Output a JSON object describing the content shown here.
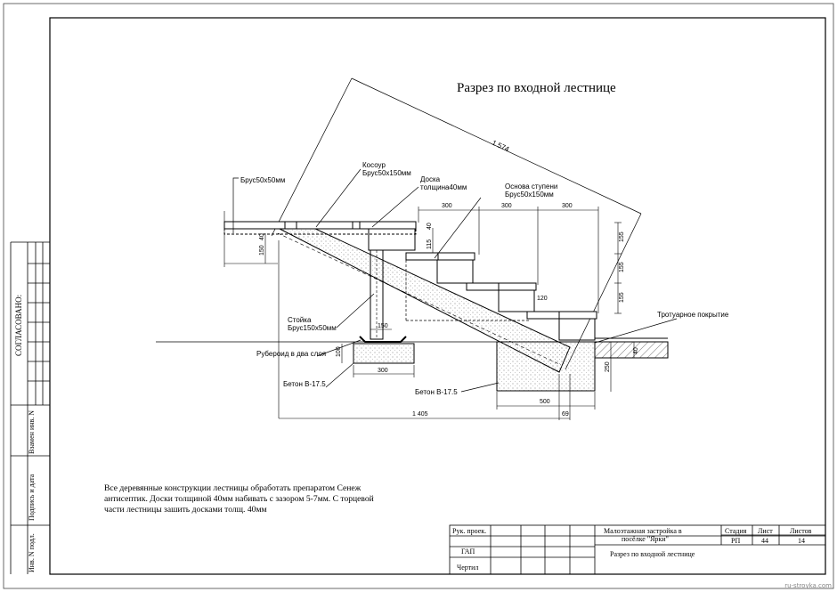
{
  "title": "Разрез по входной лестнице",
  "labels": {
    "brus50x50": "Брус50х50мм",
    "kosour_1": "Косоур",
    "kosour_2": "Брус50х150мм",
    "doska_1": "Доска",
    "doska_2": "толщина40мм",
    "osnova_1": "Основа ступени",
    "osnova_2": "Брус50х150мм",
    "stoyka_1": "Стойка",
    "stoyka_2": "Брус150х50мм",
    "ruberoid": "Рубероид в два слоя",
    "beton_left": "Бетон В-17.5",
    "beton_right": "Бетон В-17.5",
    "trotuar": "Тротуарное покрытие"
  },
  "dims": {
    "diag": "1 574",
    "d300a": "300",
    "d300b": "300",
    "d300c": "300",
    "d155a": "155",
    "d155b": "155",
    "d155c": "155",
    "d40a": "40",
    "d40b": "40",
    "d40c": "40",
    "d115": "115",
    "d150v": "150",
    "d150h": "150",
    "d120": "120",
    "d300f": "300",
    "d100": "100",
    "d250": "250",
    "d500": "500",
    "d1405": "1 405",
    "d69": "69"
  },
  "notes": [
    "Все деревянные конструкции лестницы обработать препаратом Сенеж",
    "антисептик. Доски толщиной 40мм набивать с зазором 5-7мм. С торцевой",
    "части лестницы зашить досками толщ. 40мм"
  ],
  "side_stamp": {
    "soglasovano": "СОГЛАСОВАНО:",
    "vzam": "Взамен инв. N",
    "podpis": "Подпись и дата",
    "inv": "Инв. N подл."
  },
  "title_block": {
    "ruk": "Рук. проек.",
    "gap": "ГАП",
    "chertil": "Чертил",
    "project_1": "Малоэтажная застройка в",
    "project_2": "посёлке \"Ярки\"",
    "sheet_name": "Разрез по  входной лестнице",
    "stadiya_h": "Стадия",
    "list_h": "Лист",
    "listov_h": "Листов",
    "stadiya": "РП",
    "list": "44",
    "listov": "14"
  },
  "watermark": "ru-stroyka.com"
}
